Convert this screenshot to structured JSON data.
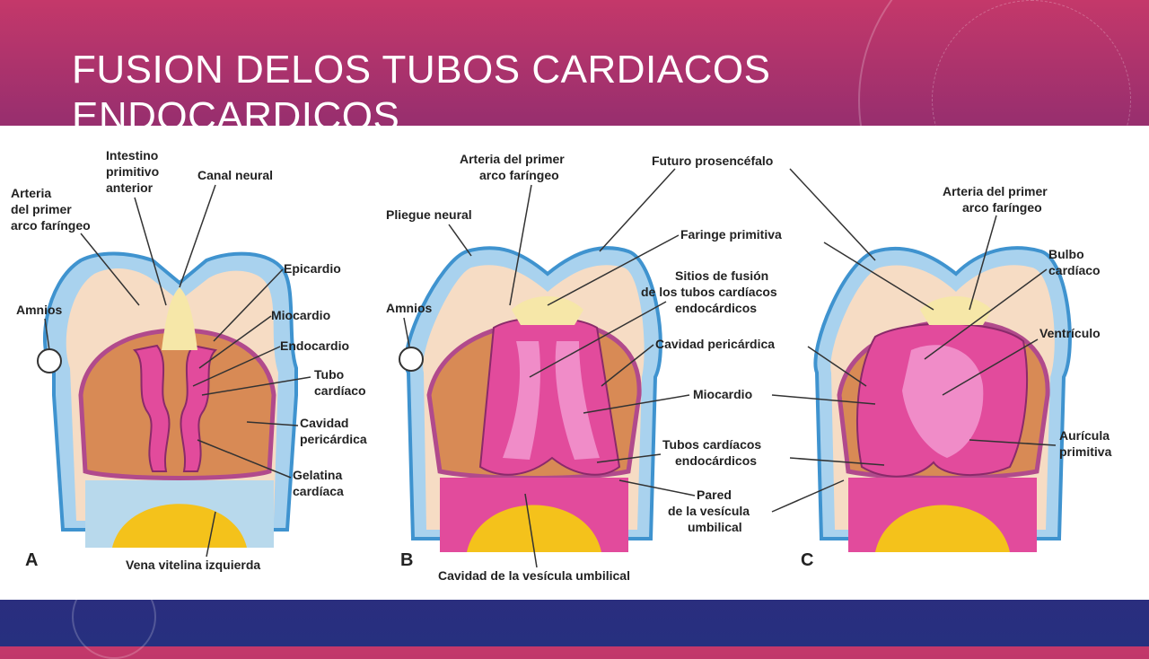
{
  "slide": {
    "title_line1": "FUSION DELOS TUBOS CARDIACOS",
    "title_line2": "ENDOCARDICOS"
  },
  "colors": {
    "membrane": "#a9d2ee",
    "membrane_edge": "#3f93cf",
    "tissue": "#f6dcc4",
    "myocardium": "#e24b9c",
    "endocardium": "#f08cc8",
    "cavity": "#d88a55",
    "yolk": "#f4c21b",
    "white_bg": "#ffffff"
  },
  "panels": {
    "A": {
      "letter": "A",
      "labels": {
        "intestino": [
          "Intestino",
          "primitivo",
          "anterior"
        ],
        "canal_neural": "Canal neural",
        "arteria": [
          "Arteria",
          "del primer",
          "arco faríngeo"
        ],
        "amnios": "Amnios",
        "epicardio": "Epicardio",
        "miocardio": "Miocardio",
        "endocardio": "Endocardio",
        "tubo": [
          "Tubo",
          "cardíaco"
        ],
        "cavidad": [
          "Cavidad",
          "pericárdica"
        ],
        "gelatina": [
          "Gelatina",
          "cardíaca"
        ],
        "vena": "Vena vitelina izquierda"
      }
    },
    "B": {
      "letter": "B",
      "labels": {
        "arteria": [
          "Arteria del primer",
          "arco faríngeo"
        ],
        "pliegue": "Pliegue neural",
        "amnios": "Amnios",
        "futuro": "Futuro prosencéfalo",
        "faringe": "Faringe primitiva",
        "sitios": [
          "Sitios de fusión",
          "de los tubos cardíacos",
          "endocárdicos"
        ],
        "cavidad": "Cavidad pericárdica",
        "miocardio": "Miocardio",
        "tubos": [
          "Tubos cardíacos",
          "endocárdicos"
        ],
        "pared": [
          "Pared",
          "de la vesícula",
          "umbilical"
        ],
        "cavidad_vesicula": "Cavidad de la vesícula umbilical"
      }
    },
    "C": {
      "letter": "C",
      "labels": {
        "arteria": [
          "Arteria del primer",
          "arco faríngeo"
        ],
        "bulbo": [
          "Bulbo",
          "cardíaco"
        ],
        "ventriculo": "Ventrículo",
        "auricula": [
          "Aurícula",
          "primitiva"
        ]
      }
    }
  }
}
